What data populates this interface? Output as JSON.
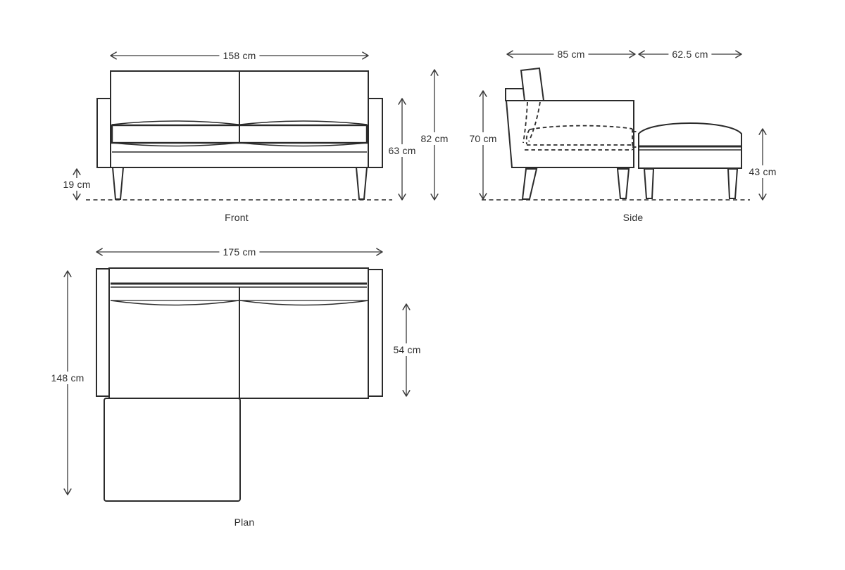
{
  "diagram": {
    "front": {
      "caption": "Front",
      "width": "158 cm",
      "overall_height": "82 cm",
      "back_height": "63 cm",
      "leg_height": "19 cm"
    },
    "side": {
      "caption": "Side",
      "sofa_depth": "85 cm",
      "footstool_depth": "62.5 cm",
      "height": "70 cm",
      "footstool_height": "43 cm"
    },
    "plan": {
      "caption": "Plan",
      "overall_width": "175 cm",
      "overall_depth": "148 cm",
      "seat_depth": "54 cm"
    },
    "colors": {
      "line": "#2b2b2b",
      "dimension_line": "#3a3a3a",
      "text": "#2e2e2e"
    }
  }
}
